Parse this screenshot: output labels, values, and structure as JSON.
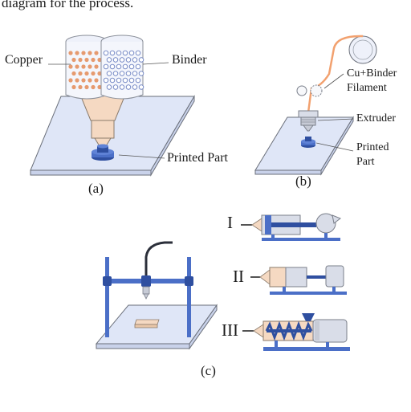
{
  "header_text": "diagram for the process.",
  "panel_a": {
    "label_copper": "Copper",
    "label_binder": "Binder",
    "label_printed_part": "Printed Part",
    "caption": "(a)"
  },
  "panel_b": {
    "label_filament_line1": "Cu+Binder",
    "label_filament_line2": "Filament",
    "label_extruder": "Extruder",
    "label_printed_line1": "Printed",
    "label_printed_line2": "Part",
    "caption": "(b)"
  },
  "panel_c": {
    "variants": [
      "I",
      "II",
      "III"
    ],
    "caption": "(c)"
  },
  "colors": {
    "steel_blue": "#4b6fc7",
    "dark_blue": "#2f4fa0",
    "bed_fill": "#dfe6f7",
    "bed_stroke": "#6a6f7a",
    "copper_dot": "#e69a6f",
    "nozzle_peach": "#f5d9c2",
    "filament_orange": "#f2a16f",
    "grey_part": "#d9dde8"
  }
}
